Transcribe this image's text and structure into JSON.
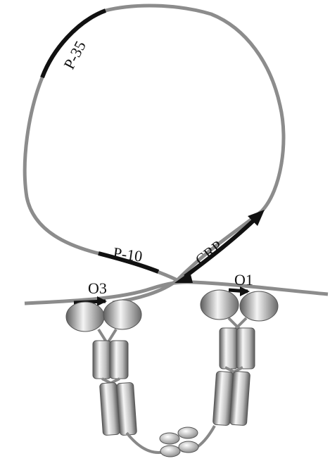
{
  "diagram": {
    "labels": {
      "p35": "P-35",
      "p10": "P-10",
      "crp": "CRP",
      "o3": "O3",
      "o1": "O1"
    },
    "colors": {
      "dna": "#8c8c8c",
      "highlight": "#111111",
      "protein_light": "#f2f2f2",
      "protein_dark": "#6e6e6e",
      "background": "#ffffff"
    }
  }
}
